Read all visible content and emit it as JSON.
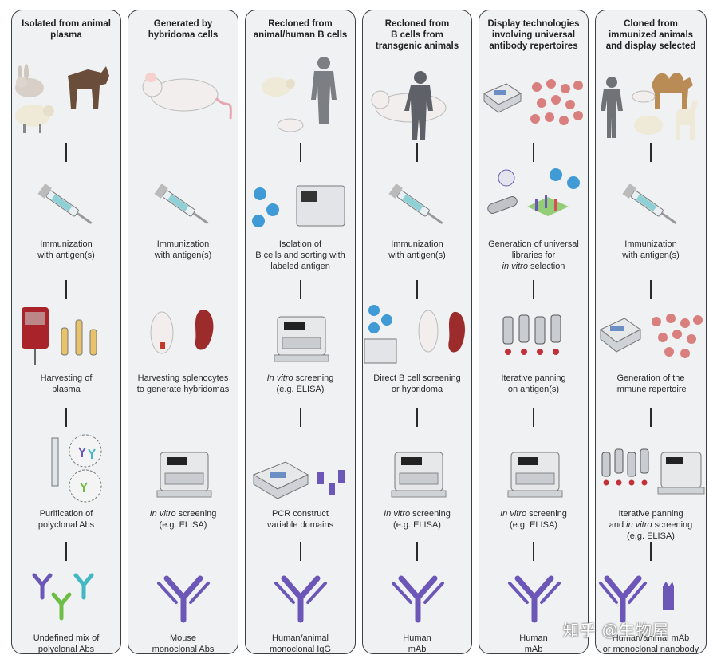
{
  "columns": [
    {
      "title": "Isolated from animal\nplasma",
      "source_icons": [
        "rabbit-icon",
        "horse-icon",
        "sheep-icon"
      ],
      "stage2": {
        "icon": "syringe-icon",
        "caption": "Immunization\nwith antigen(s)"
      },
      "stage3": {
        "icon": "blood-bag-and-tubes-icon",
        "caption": "Harvesting of\nplasma"
      },
      "stage4": {
        "icon": "purification-column-icon",
        "caption": "Purification of\npolyclonal Abs"
      },
      "stage5": {
        "icon": "polyclonal-antibodies-icon",
        "caption": "Undefined mix of\npolyclonal Abs"
      }
    },
    {
      "title": "Generated by\nhybridoma cells",
      "source_icons": [
        "mouse-icon"
      ],
      "stage2": {
        "icon": "syringe-icon",
        "caption": "Immunization\nwith antigen(s)"
      },
      "stage3": {
        "icon": "mouse-and-spleen-icon",
        "caption": "Harvesting splenocytes\nto generate hybridomas"
      },
      "stage4": {
        "icon": "plate-reader-icon",
        "caption_italic": "In vitro",
        "caption": " screening\n(e.g. ELISA)"
      },
      "stage5": {
        "icon": "monoclonal-antibody-icon",
        "caption": "Mouse\nmonoclonal Abs"
      }
    },
    {
      "title": "Recloned from\nanimal/human B cells",
      "source_icons": [
        "sheep-icon",
        "human-icon",
        "mouse-icon"
      ],
      "stage2": {
        "icon": "cell-sorter-icon",
        "caption": "Isolation of\nB cells and sorting with\nlabeled antigen"
      },
      "stage3": {
        "icon": "plate-reader-icon",
        "caption_italic": "In vitro",
        "caption": " screening\n(e.g. ELISA)"
      },
      "stage4": {
        "icon": "pcr-machine-icon",
        "caption": "PCR construct\nvariable domains"
      },
      "stage5": {
        "icon": "monoclonal-antibody-icon",
        "caption": "Human/animal\nmonoclonal IgG"
      }
    },
    {
      "title": "Recloned from\nB cells from\ntransgenic animals",
      "source_icons": [
        "mouse-icon",
        "human-icon"
      ],
      "stage2": {
        "icon": "syringe-icon",
        "caption": "Immunization\nwith antigen(s)"
      },
      "stage3": {
        "icon": "b-cells-mouse-spleen-icon",
        "caption": "Direct B cell screening\nor hybridoma"
      },
      "stage4": {
        "icon": "plate-reader-icon",
        "caption_italic": "In vitro",
        "caption": " screening\n(e.g. ELISA)"
      },
      "stage5": {
        "icon": "monoclonal-antibody-icon",
        "caption": "Human\nmAb"
      }
    },
    {
      "title": "Display technologies\ninvolving universal\nantibody repertoires",
      "source_icons": [
        "pcr-machine-icon",
        "phage-library-icon"
      ],
      "stage2": {
        "icon": "phage-display-icon",
        "caption_pre": "Generation of universal\nlibraries for\n",
        "caption_italic": "in vitro",
        "caption": " selection"
      },
      "stage3": {
        "icon": "panning-tubes-icon",
        "caption": "Iterative panning\non antigen(s)"
      },
      "stage4": {
        "icon": "plate-reader-icon",
        "caption_italic": "In vitro",
        "caption": " screening\n(e.g. ELISA)"
      },
      "stage5": {
        "icon": "monoclonal-antibody-icon",
        "caption": "Human\nmAb"
      }
    },
    {
      "title": "Cloned from\nimmunized animals\nand display selected",
      "source_icons": [
        "human-icon",
        "camel-icon",
        "mouse-icon",
        "sheep-icon",
        "llama-icon"
      ],
      "stage2": {
        "icon": "syringe-icon",
        "caption": "Immunization\nwith antigen(s)"
      },
      "stage3": {
        "icon": "pcr-machine-icon",
        "caption": "Generation of the\nimmune repertoire"
      },
      "stage4": {
        "icon": "panning-and-reader-icon",
        "caption_pre": "Iterative panning\nand ",
        "caption_italic": "in vitro",
        "caption": " screening\n(e.g. ELISA)"
      },
      "stage5": {
        "icon": "antibody-and-nanobody-icon",
        "caption": "Human/animal mAb\nor monoclonal nanobody"
      }
    }
  ],
  "watermark": "知乎 @生物屋",
  "colors": {
    "panel_bg": "#f0f1f2",
    "panel_border": "#3c3f44",
    "antibody_purple": "#6c56b8",
    "antibody_teal": "#41b8c4",
    "antibody_green": "#6cbe45",
    "blood_red": "#a8232a",
    "spleen": "#9c2b2b",
    "cell_blue": "#3f9ad6",
    "phage_pink": "#d9807f"
  }
}
